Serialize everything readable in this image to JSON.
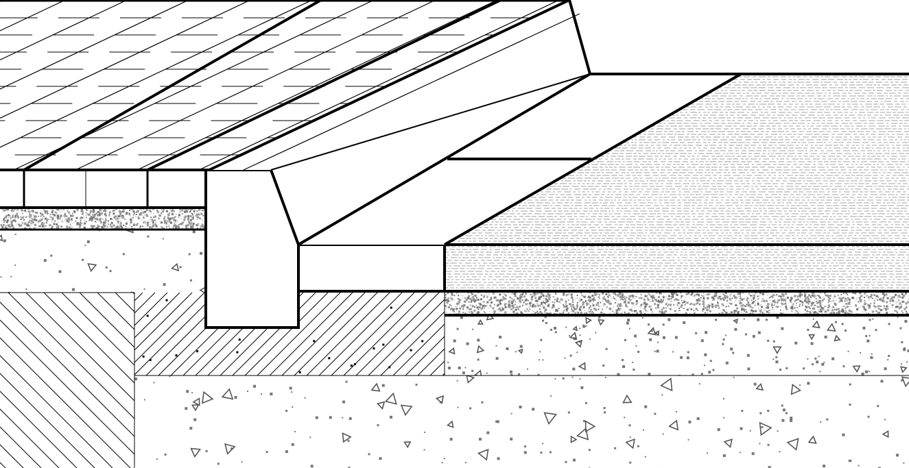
{
  "drawing": {
    "type": "construction section detail",
    "palette": {
      "line": "#000000",
      "paper": "#ffffff",
      "aggregate": "#777777",
      "sand": "#9a9a9a",
      "dash": "#bdbdbd"
    },
    "layers": [
      {
        "id": "paving-slabs",
        "hatch": "brick-diagonal"
      },
      {
        "id": "curb-stone",
        "hatch": "none"
      },
      {
        "id": "gutter-channel",
        "hatch": "none"
      },
      {
        "id": "asphalt-surface",
        "hatch": "dashed-fill"
      },
      {
        "id": "bedding-sand",
        "hatch": "stipple"
      },
      {
        "id": "lean-concrete",
        "hatch": "aggregate"
      },
      {
        "id": "compacted-soil",
        "hatch": "diagonal-lines"
      },
      {
        "id": "natural-ground",
        "hatch": "diagonal-lines"
      },
      {
        "id": "subbase-gravel",
        "hatch": "aggregate"
      }
    ]
  }
}
